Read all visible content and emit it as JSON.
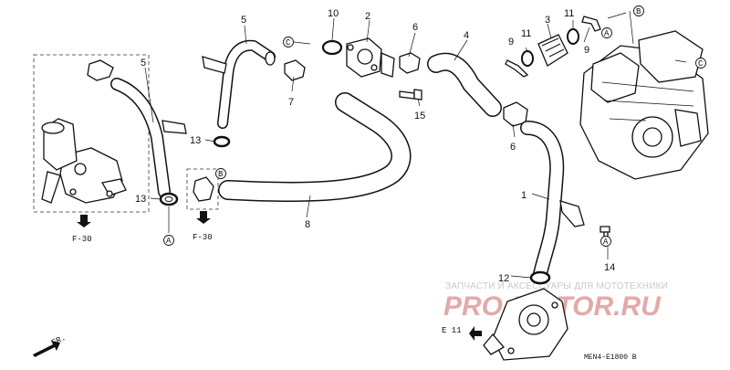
{
  "diagram": {
    "callouts": {
      "n1": "1",
      "n2": "2",
      "n3": "3",
      "n4": "4",
      "n5a": "5",
      "n5b": "5",
      "n6a": "6",
      "n6b": "6",
      "n7": "7",
      "n8": "8",
      "n9a": "9",
      "n9b": "9",
      "n10": "10",
      "n11a": "11",
      "n11b": "11",
      "n12": "12",
      "n13a": "13",
      "n13b": "13",
      "n14": "14",
      "n15": "15"
    },
    "circle_refs": {
      "a1": "A",
      "a2": "A",
      "a3": "A",
      "b1": "B",
      "b2": "B",
      "c1": "C",
      "c2": "C"
    },
    "section_refs": {
      "f30_left": "F-30",
      "f30_mid": "F-30",
      "e11": "E 11"
    },
    "front_label": "FR.",
    "watermark": {
      "top": "ЗАПЧАСТИ И АКСЕССУАРЫ ДЛЯ МОТОТЕХНИКИ",
      "logo": "PRO-MOTOR.RU"
    },
    "drawing_code": "MEN4-E1800 B",
    "colors": {
      "line": "#111111",
      "watermark_text": "#c9c9c9",
      "watermark_logo": "#e3a9a9"
    }
  }
}
